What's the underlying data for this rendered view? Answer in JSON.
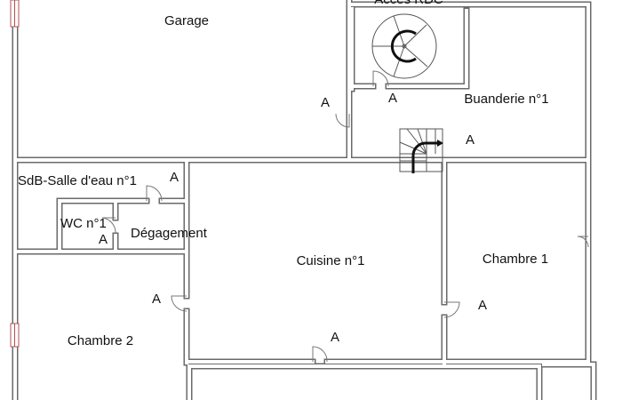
{
  "plan": {
    "rooms": {
      "garage": "Garage",
      "acces": "Accès RDC",
      "buanderie": "Buanderie n°1",
      "sdb": "SdB-Salle d'eau n°1",
      "wc": "WC n°1",
      "degagement": "Dégagement",
      "cuisine": "Cuisine n°1",
      "chambre1": "Chambre 1",
      "chambre2": "Chambre 2"
    },
    "door_marker": "A",
    "colors": {
      "wall": "#6a6a6a",
      "window": "#b05050"
    }
  }
}
